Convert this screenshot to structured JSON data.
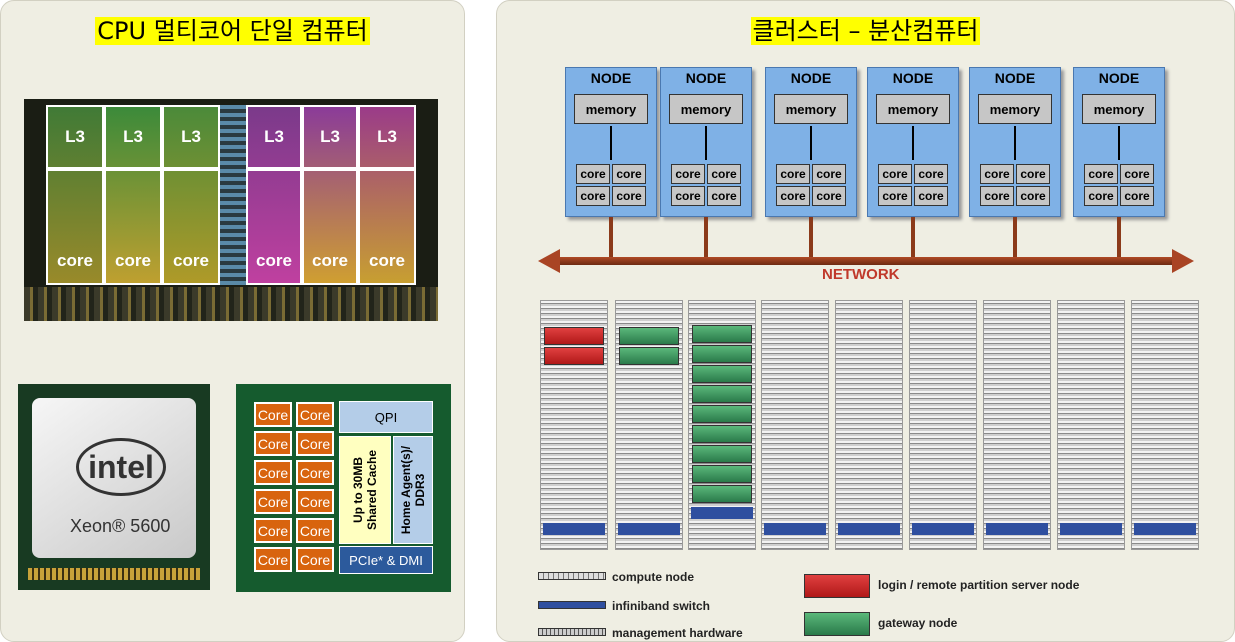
{
  "left": {
    "title": "CPU 멀티코어 단일 컴퓨터",
    "die": {
      "l3_label": "L3",
      "core_label": "core"
    },
    "chip": {
      "brand": "intel",
      "model": "Xeon® 5600"
    },
    "block": {
      "core_label": "Core",
      "qpi": "QPI",
      "cache_line1": "Up to 30MB",
      "cache_line2": "Shared Cache",
      "home_line1": "Home Agent(s)/",
      "home_line2": "DDR3",
      "pcie": "PCIe* & DMI"
    }
  },
  "right": {
    "title": "클러스터 – 분산컴퓨터",
    "node_label": "NODE",
    "memory_label": "memory",
    "core_label": "core",
    "network_label": "NETWORK",
    "legend": {
      "compute": "compute node",
      "infiniband": "infiniband switch",
      "management": "management hardware",
      "login": "login / remote partition server node",
      "gateway": "gateway node"
    }
  },
  "colors": {
    "panel_bg": "#efeee3",
    "title_highlight": "#ffff00",
    "node_blue": "#7fb1e6",
    "network": "#b04a26",
    "core_orange": "#d8640e",
    "login_red": "#d42a2a",
    "gateway_green": "#3a9a5a",
    "infiniband_blue": "#2f4f9f"
  }
}
